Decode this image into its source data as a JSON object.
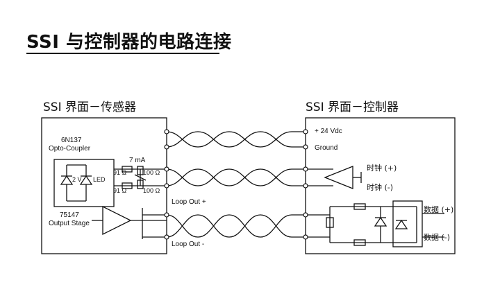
{
  "title": "SSI 与控制器的电路连接",
  "sensor_interface": {
    "heading": "SSI 界面－传感器",
    "optocoupler_model": "6N137",
    "optocoupler_label": "Opto-Coupler",
    "current": "7 mA",
    "r1": "91 Ω",
    "r2": "91 Ω",
    "r3": "100 Ω",
    "r4": "100 Ω",
    "zener_voltage": "2 V",
    "led": "LED",
    "driver_model": "75147",
    "driver_label": "Output Stage",
    "loop_out_plus": "Loop Out +",
    "loop_out_minus": "Loop Out -"
  },
  "controller_interface": {
    "heading": "SSI 界面－控制器",
    "supply": "+ 24 Vdc",
    "ground": "Ground",
    "clock_plus": "时钟 (+)",
    "clock_minus": "时钟 (-)",
    "data_plus": "数据 (+)",
    "data_minus": "数据 (-)"
  }
}
